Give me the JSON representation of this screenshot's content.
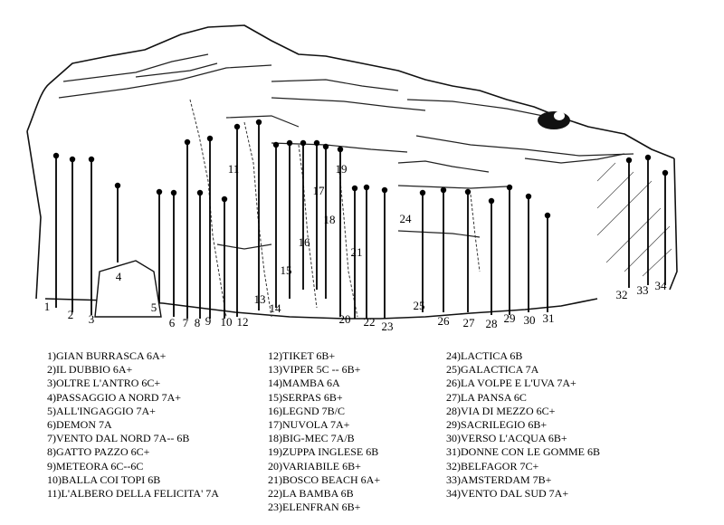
{
  "routes": [
    {
      "id": "1",
      "name": "1)GIAN BURRASCA 6A+"
    },
    {
      "id": "2",
      "name": "2)IL DUBBIO 6A+"
    },
    {
      "id": "3",
      "name": "3)OLTRE L'ANTRO 6C+"
    },
    {
      "id": "4",
      "name": "4)PASSAGGIO A NORD 7A+"
    },
    {
      "id": "5",
      "name": "5)ALL'INGAGGIO 7A+"
    },
    {
      "id": "6",
      "name": "6)DEMON 7A"
    },
    {
      "id": "7",
      "name": "7)VENTO DAL NORD 7A-- 6B"
    },
    {
      "id": "8",
      "name": "8)GATTO PAZZO 6C+"
    },
    {
      "id": "9",
      "name": "9)METEORA 6C--6C"
    },
    {
      "id": "10",
      "name": "10)BALLA COI TOPI 6B"
    },
    {
      "id": "11",
      "name": "11)L'ALBERO DELLA FELICITA' 7A"
    },
    {
      "id": "12",
      "name": "12)TIKET 6B+"
    },
    {
      "id": "13",
      "name": "13)VIPER 5C -- 6B+"
    },
    {
      "id": "14",
      "name": "14)MAMBA 6A"
    },
    {
      "id": "15",
      "name": "15)SERPAS 6B+"
    },
    {
      "id": "16",
      "name": "16)LEGND 7B/C"
    },
    {
      "id": "17",
      "name": "17)NUVOLA 7A+"
    },
    {
      "id": "18",
      "name": "18)BIG-MEC 7A/B"
    },
    {
      "id": "19",
      "name": "19)ZUPPA INGLESE 6B"
    },
    {
      "id": "20",
      "name": "20)VARIABILE 6B+"
    },
    {
      "id": "21",
      "name": "21)BOSCO BEACH 6A+"
    },
    {
      "id": "22",
      "name": "22)LA BAMBA 6B"
    },
    {
      "id": "23",
      "name": "23)ELENFRAN 6B+"
    },
    {
      "id": "24",
      "name": "24)LACTICA 6B"
    },
    {
      "id": "25",
      "name": "25)GALACTICA 7A"
    },
    {
      "id": "26",
      "name": "26)LA VOLPE E L'UVA 7A+"
    },
    {
      "id": "27",
      "name": "27)LA PANSA 6C"
    },
    {
      "id": "28",
      "name": "28)VIA DI MEZZO 6C+"
    },
    {
      "id": "29",
      "name": "29)SACRILEGIO 6B+"
    },
    {
      "id": "30",
      "name": "30)VERSO L'ACQUA 6B+"
    },
    {
      "id": "31",
      "name": "31)DONNE CON LE GOMME 6B"
    },
    {
      "id": "32",
      "name": "32)BELFAGOR 7C+"
    },
    {
      "id": "33",
      "name": "33)AMSTERDAM 7B+"
    },
    {
      "id": "34",
      "name": "34)VENTO DAL SUD 7A+"
    }
  ],
  "wall_labels": [
    "4",
    "11",
    "13",
    "14",
    "15",
    "16",
    "17",
    "18",
    "19",
    "21",
    "24",
    "25"
  ]
}
